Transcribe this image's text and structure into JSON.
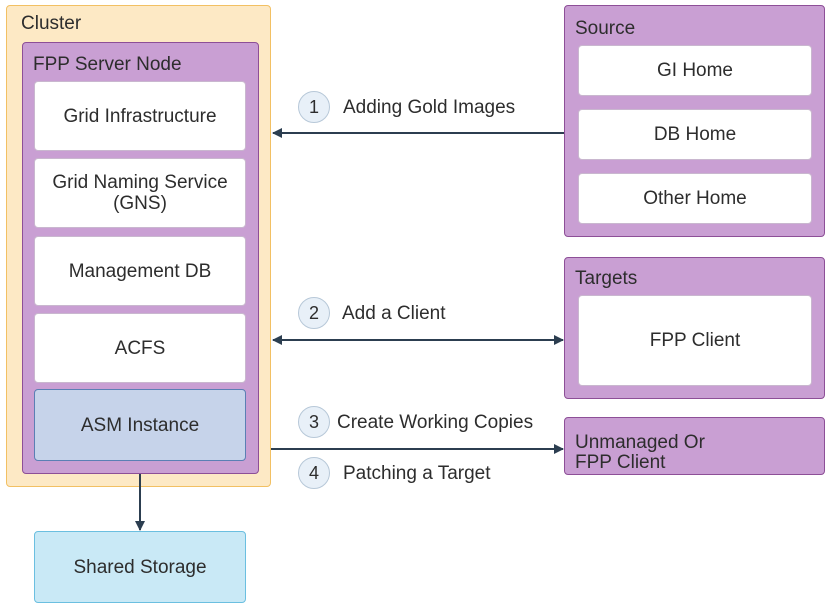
{
  "cluster": {
    "title": "Cluster",
    "server_node": {
      "title": "FPP Server Node",
      "components": [
        {
          "label": "Grid Infrastructure"
        },
        {
          "label": "Grid Naming Service (GNS)"
        },
        {
          "label": "Management DB"
        },
        {
          "label": "ACFS"
        },
        {
          "label": "ASM Instance"
        }
      ]
    }
  },
  "shared_storage": {
    "label": "Shared Storage"
  },
  "source": {
    "title": "Source",
    "items": [
      {
        "label": "GI Home"
      },
      {
        "label": "DB Home"
      },
      {
        "label": "Other Home"
      }
    ]
  },
  "targets": {
    "title": "Targets",
    "items": [
      {
        "label": "FPP Client"
      }
    ]
  },
  "unmanaged": {
    "label": "Unmanaged Or FPP Client"
  },
  "steps": [
    {
      "number": "1",
      "label": "Adding Gold Images"
    },
    {
      "number": "2",
      "label": "Add a Client"
    },
    {
      "number": "3",
      "label": "Create Working Copies"
    },
    {
      "number": "4",
      "label": "Patching a Target"
    }
  ],
  "colors": {
    "cluster_fill": "#fde9c5",
    "group_fill": "#c99fd3",
    "asm_fill": "#c6d3ea",
    "storage_fill": "#c9e9f6",
    "arrow": "#2c3e50"
  }
}
